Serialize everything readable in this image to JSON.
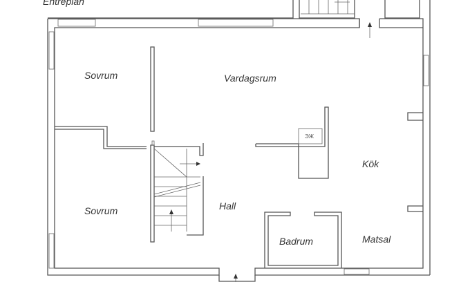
{
  "plan": {
    "title": "Entreplan",
    "rooms": {
      "bedroom_top": "Sovrum",
      "living": "Vardagsrum",
      "kitchen": "Kök",
      "bedroom_bottom": "Sovrum",
      "hall": "Hall",
      "bathroom": "Badrum",
      "dining": "Matsal"
    }
  }
}
